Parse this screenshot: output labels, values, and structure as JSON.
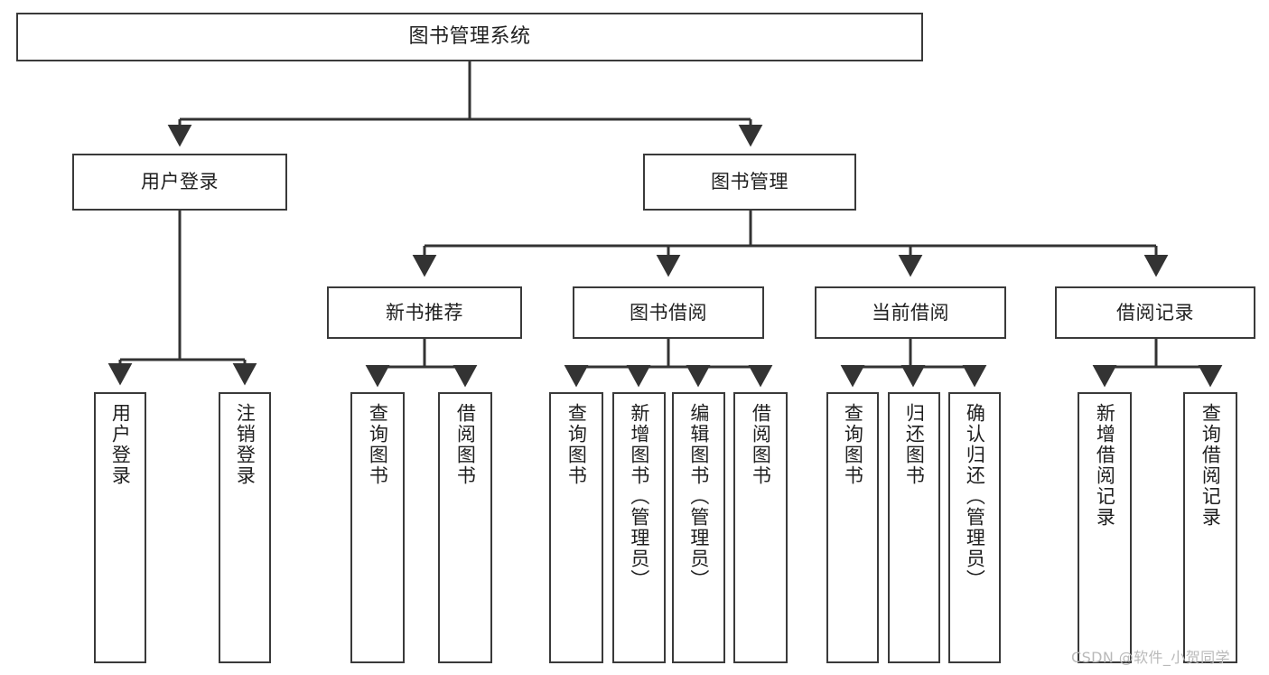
{
  "diagram": {
    "title": "图书管理系统",
    "type": "hierarchy-tree",
    "colors": {
      "background": "#ffffff",
      "box_border": "#3a3a3a",
      "box_fill": "#ffffff",
      "text": "#1f1f1f",
      "connector": "#333333",
      "watermark": "#b9b9b9"
    },
    "levels": {
      "root": {
        "label": "图书管理系统"
      },
      "level2": [
        {
          "label": "用户登录"
        },
        {
          "label": "图书管理"
        }
      ],
      "level3": [
        {
          "label": "新书推荐"
        },
        {
          "label": "图书借阅"
        },
        {
          "label": "当前借阅"
        },
        {
          "label": "借阅记录"
        }
      ],
      "leaves": {
        "user_login": [
          {
            "label": "用户登录"
          },
          {
            "label": "注销登录"
          }
        ],
        "new_book_recommend": [
          {
            "label": "查询图书"
          },
          {
            "label": "借阅图书"
          }
        ],
        "book_borrow": [
          {
            "label": "查询图书"
          },
          {
            "label": "新增图书（管理员）"
          },
          {
            "label": "编辑图书（管理员）"
          },
          {
            "label": "借阅图书"
          }
        ],
        "current_borrow": [
          {
            "label": "查询图书"
          },
          {
            "label": "归还图书"
          },
          {
            "label": "确认归还（管理员）"
          }
        ],
        "borrow_record": [
          {
            "label": "新增借阅记录"
          },
          {
            "label": "查询借阅记录"
          }
        ]
      }
    }
  },
  "watermark": {
    "text": "CSDN @软件_小贺同学"
  }
}
